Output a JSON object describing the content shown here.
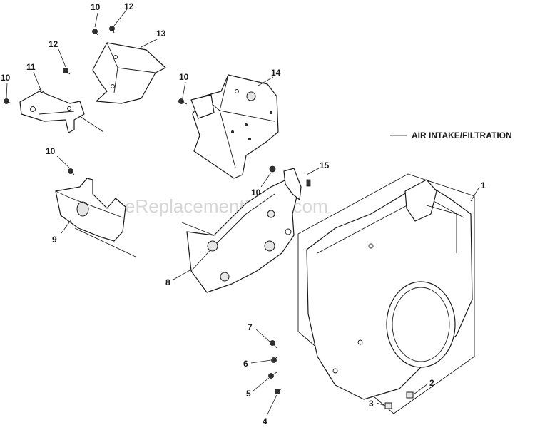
{
  "section_label": "AIR INTAKE/FILTRATION",
  "watermark": "eReplacementParts.com",
  "callouts": [
    {
      "id": "c10a",
      "text": "10"
    },
    {
      "id": "c12a",
      "text": "12"
    },
    {
      "id": "c13",
      "text": "13"
    },
    {
      "id": "c12b",
      "text": "12"
    },
    {
      "id": "c10b",
      "text": "10"
    },
    {
      "id": "c11",
      "text": "11"
    },
    {
      "id": "c10c",
      "text": "10"
    },
    {
      "id": "c14",
      "text": "14"
    },
    {
      "id": "c10d",
      "text": "10"
    },
    {
      "id": "c9",
      "text": "9"
    },
    {
      "id": "c15",
      "text": "15"
    },
    {
      "id": "c10e",
      "text": "10"
    },
    {
      "id": "c1",
      "text": "1"
    },
    {
      "id": "c8",
      "text": "8"
    },
    {
      "id": "c7",
      "text": "7"
    },
    {
      "id": "c6",
      "text": "6"
    },
    {
      "id": "c5",
      "text": "5"
    },
    {
      "id": "c4",
      "text": "4"
    },
    {
      "id": "c3",
      "text": "3"
    },
    {
      "id": "c2",
      "text": "2"
    }
  ]
}
